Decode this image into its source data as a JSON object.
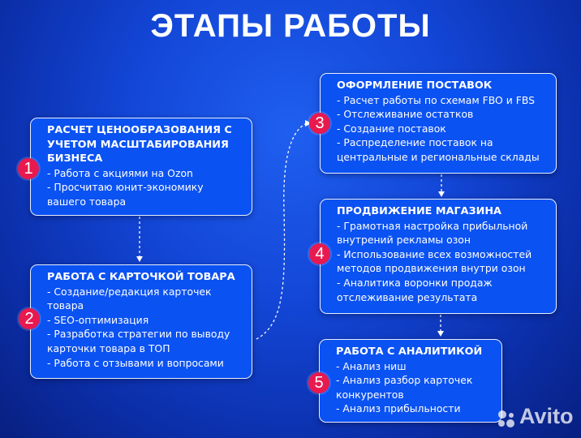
{
  "title": "ЭТАПЫ РАБОТЫ",
  "steps": [
    {
      "number": "1",
      "heading": [
        "РАСЧЕТ ЦЕНООБРАЗОВАНИЯ С",
        "УЧЕТОМ МАСШТАБИРОВАНИЯ",
        "БИЗНЕСА"
      ],
      "lines": [
        "- Работа с акциями на Ozon",
        "- Просчитаю юнит-экономику",
        "вашего товара"
      ]
    },
    {
      "number": "2",
      "heading": [
        "РАБОТА С КАРТОЧКОЙ ТОВАРА"
      ],
      "lines": [
        "- Создание/редакция карточек",
        "товара",
        "- SEO-оптимизация",
        "- Разработка стратегии по выводу",
        "карточки товара в ТОП",
        "- Работа с отзывами и вопросами"
      ]
    },
    {
      "number": "3",
      "heading": [
        "ОФОРМЛЕНИЕ ПОСТАВОК"
      ],
      "lines": [
        "- Расчет работы по схемам FBO и FBS",
        "- Отслеживание остатков",
        "- Создание поставок",
        "- Распределение поставок на",
        "центральные и региональные склады"
      ]
    },
    {
      "number": "4",
      "heading": [
        "ПРОДВИЖЕНИЕ МАГАЗИНА"
      ],
      "lines": [
        "- Грамотная настройка прибыльной",
        "внутрений рекламы озон",
        "- Использование всех возможностей",
        "методов продвижения внутри озон",
        "- Аналитика воронки продаж",
        "отслеживание результата"
      ]
    },
    {
      "number": "5",
      "heading": [
        "РАБОТА С АНАЛИТИКОЙ"
      ],
      "lines": [
        "- Анализ ниш",
        "- Анализ разбор карточек",
        "конкурентов",
        "- Анализ прибыльности"
      ]
    }
  ],
  "watermark": "Avito",
  "colors": {
    "box": "#0b52f2",
    "badge": "#e8194e",
    "background": "#1346d6"
  }
}
